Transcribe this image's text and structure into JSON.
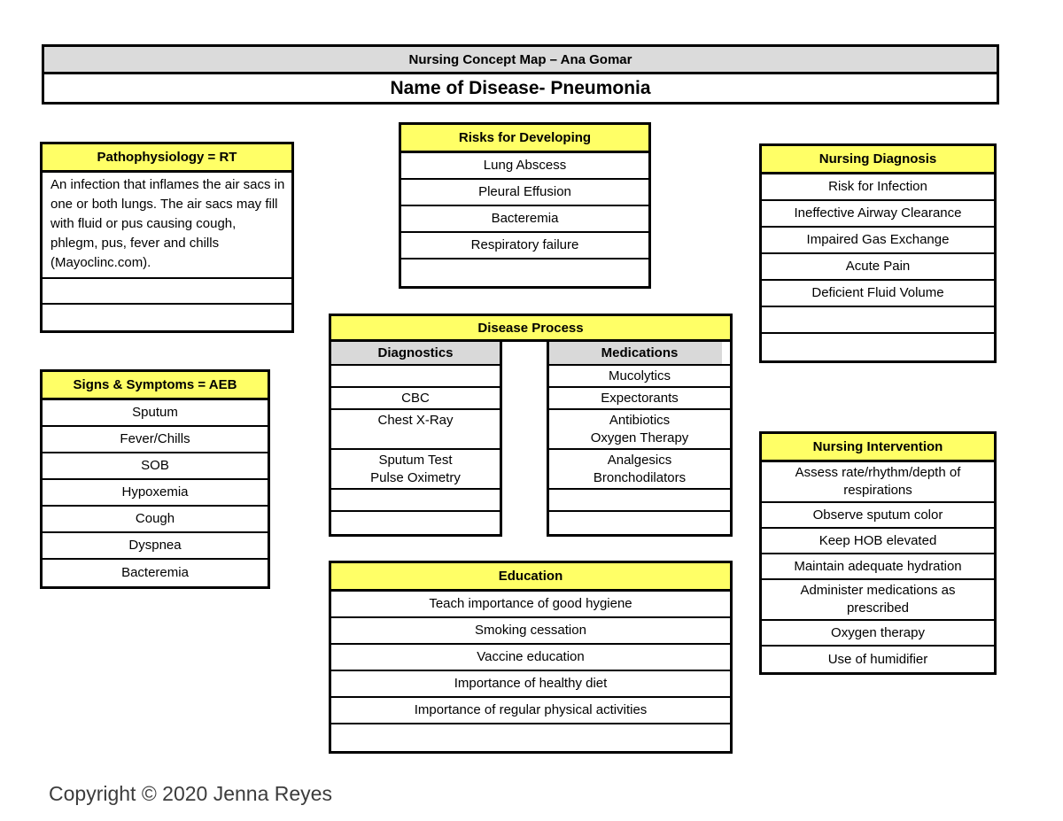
{
  "colors": {
    "header_yellow": "#FFFF66",
    "subheader_gray": "#D9D9D9",
    "banner_gray": "#DBDBDB",
    "border": "#000000"
  },
  "banner": {
    "title": "Nursing Concept Map – Ana Gomar",
    "subtitle": "Name of Disease- Pneumonia"
  },
  "boxes": {
    "pathophysiology": {
      "title": "Pathophysiology = RT",
      "body": "An infection that inflames the air sacs in one or both lungs. The air sacs may fill with fluid or pus causing cough, phlegm, pus, fever and chills (Mayoclinc.com).",
      "empty_rows": [
        "",
        ""
      ]
    },
    "signs_symptoms": {
      "title": "Signs & Symptoms = AEB",
      "rows": [
        "Sputum",
        "Fever/Chills",
        "SOB",
        "Hypoxemia",
        "Cough",
        "Dyspnea",
        "Bacteremia"
      ]
    },
    "risks": {
      "title": "Risks for Developing",
      "rows": [
        "Lung Abscess",
        "Pleural Effusion",
        "Bacteremia",
        "Respiratory failure",
        ""
      ]
    },
    "disease_process": {
      "title": "Disease Process",
      "diagnostics": {
        "title": "Diagnostics",
        "rows": [
          [
            ""
          ],
          [
            "CBC"
          ],
          [
            "Chest X-Ray",
            ""
          ],
          [
            "Sputum Test",
            "Pulse Oximetry"
          ],
          [
            ""
          ],
          [
            ""
          ]
        ]
      },
      "medications": {
        "title": "Medications",
        "rows": [
          [
            "Mucolytics"
          ],
          [
            "Expectorants"
          ],
          [
            "Antibiotics",
            "Oxygen Therapy"
          ],
          [
            "Analgesics",
            "Bronchodilators"
          ],
          [
            ""
          ],
          [
            ""
          ]
        ]
      }
    },
    "education": {
      "title": "Education",
      "rows": [
        "Teach importance of good hygiene",
        "Smoking cessation",
        "Vaccine education",
        "Importance of healthy diet",
        "Importance of regular physical activities",
        ""
      ]
    },
    "nursing_diagnosis": {
      "title": "Nursing Diagnosis",
      "rows": [
        "Risk for Infection",
        "Ineffective Airway Clearance",
        "Impaired Gas Exchange",
        "Acute Pain",
        "Deficient Fluid Volume",
        "",
        ""
      ]
    },
    "nursing_intervention": {
      "title": "Nursing Intervention",
      "rows": [
        "Assess rate/rhythm/depth of respirations",
        "Observe sputum color",
        "Keep HOB elevated",
        "Maintain adequate hydration",
        "Administer medications as prescribed",
        "Oxygen therapy",
        "Use of humidifier"
      ]
    }
  },
  "footer": {
    "copyright": "Copyright © 2020 Jenna Reyes"
  }
}
